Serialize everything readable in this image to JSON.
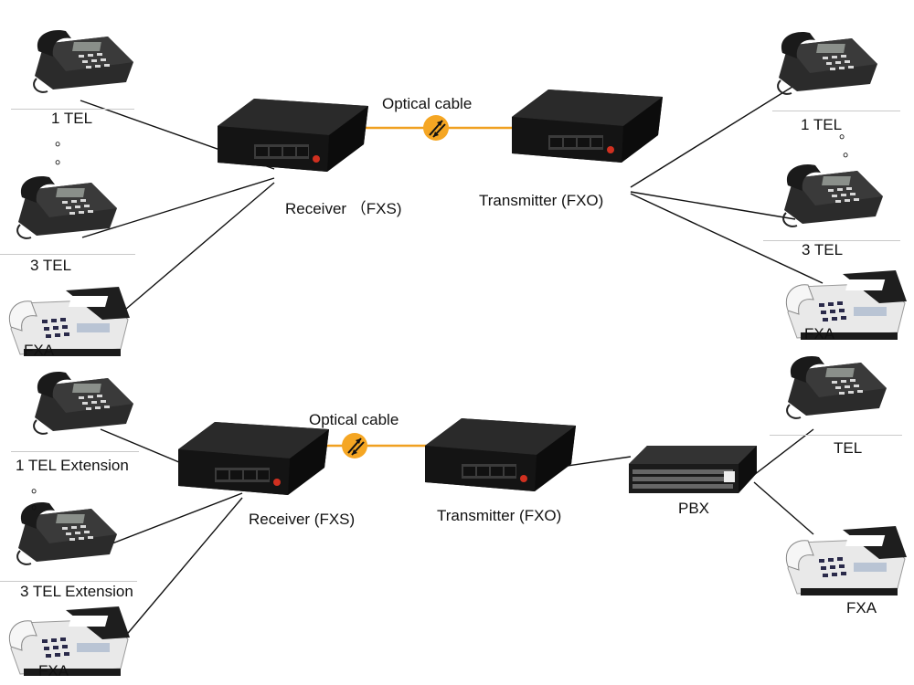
{
  "top": {
    "optical_cable": "Optical cable",
    "receiver": "Receiver （FXS)",
    "transmitter": "Transmitter (FXO)",
    "left_tel1": "1 TEL",
    "left_tel3": "3 TEL",
    "left_fax": "FXA",
    "right_tel1": "1 TEL",
    "right_tel3": "3 TEL",
    "right_fax": "FXA",
    "dots": "。"
  },
  "bottom": {
    "optical_cable": "Optical cable",
    "receiver": "Receiver (FXS)",
    "transmitter": "Transmitter (FXO)",
    "left_tel1": "1 TEL Extension",
    "left_tel3": "3 TEL Extension",
    "left_fax": "FXA",
    "pbx": "PBX",
    "right_tel": "TEL",
    "right_fax": "FXA",
    "dots": "。"
  },
  "colors": {
    "fiber": "#f0a020",
    "fiber_badge": "#f5a623",
    "device_body": "#1c1c1c",
    "wire": "#111111"
  }
}
